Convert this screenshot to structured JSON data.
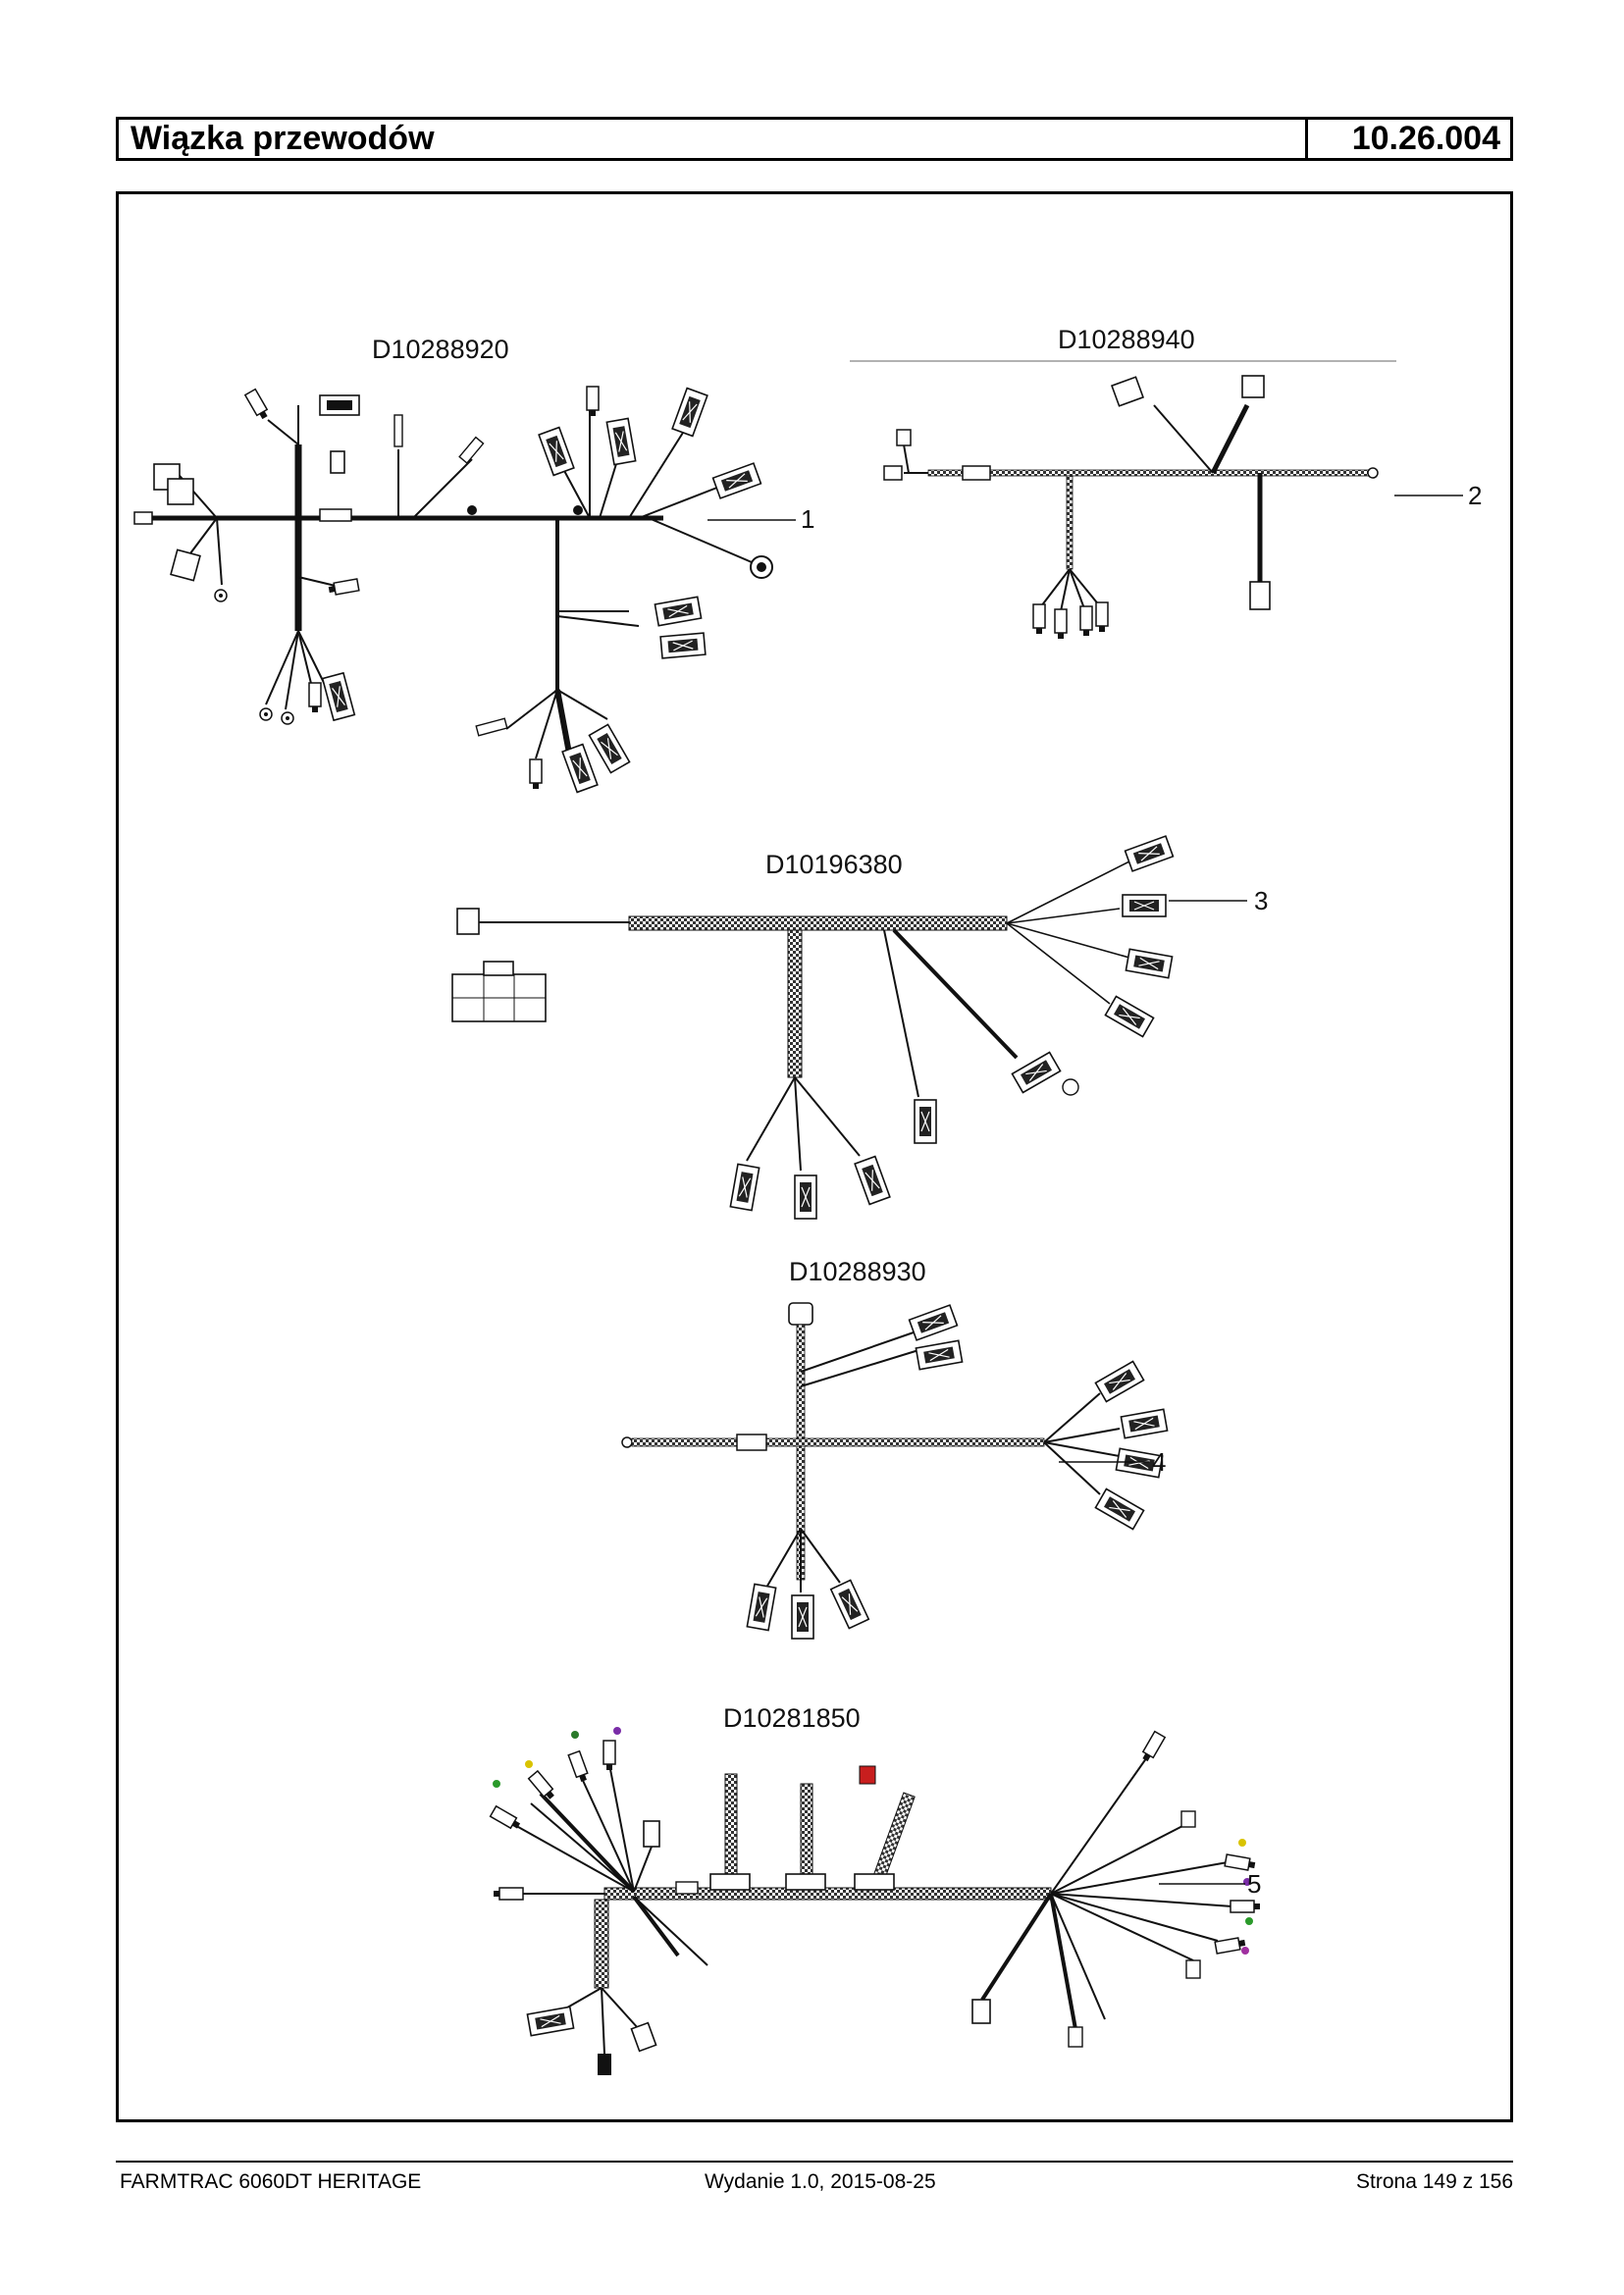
{
  "header": {
    "title": "Wiązka przewodów",
    "code": "10.26.004"
  },
  "diagrams": [
    {
      "part": "D10288920",
      "callout": "1"
    },
    {
      "part": "D10288940",
      "callout": "2"
    },
    {
      "part": "D10196380",
      "callout": "3"
    },
    {
      "part": "D10288930",
      "callout": "4"
    },
    {
      "part": "D10281850",
      "callout": "5"
    }
  ],
  "footer": {
    "model": "FARMTRAC 6060DT HERITAGE",
    "edition": "Wydanie 1.0,  2015-08-25",
    "page": "Strona 149 z 156"
  }
}
